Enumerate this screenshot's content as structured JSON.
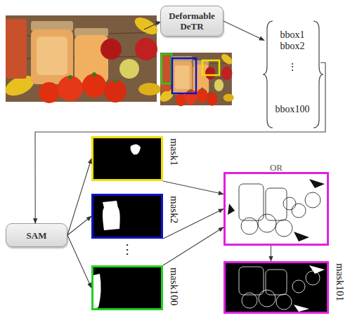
{
  "diagram": {
    "nodes": [
      {
        "text": [
          "Deformable DeTR"
        ]
      },
      {
        "text": [
          "bbox1",
          "bbox2",
          "⋮",
          "bbox100"
        ]
      },
      {
        "text": [
          "SAM"
        ]
      },
      {
        "text": [
          "mask1"
        ]
      },
      {
        "text": [
          "mask2"
        ]
      },
      {
        "text": [
          "mask100"
        ]
      },
      {
        "text": [
          "OR"
        ]
      },
      {
        "text": [
          "mask101"
        ]
      }
    ],
    "edges": [
      {
        "from": 0,
        "to": 1,
        "arrow": "to"
      },
      {
        "from": 1,
        "to": 2,
        "arrow": "to"
      },
      {
        "from": 2,
        "to": 3,
        "arrow": "to"
      },
      {
        "from": 2,
        "to": 4,
        "arrow": "to"
      },
      {
        "from": 2,
        "to": 5,
        "arrow": "to"
      },
      {
        "from": 3,
        "to": 6,
        "arrow": "to"
      },
      {
        "from": 4,
        "to": 6,
        "arrow": "to"
      },
      {
        "from": 5,
        "to": 6,
        "arrow": "to"
      },
      {
        "from": 6,
        "to": 7,
        "arrow": "to"
      }
    ],
    "labels": [
      "⋮"
    ]
  }
}
